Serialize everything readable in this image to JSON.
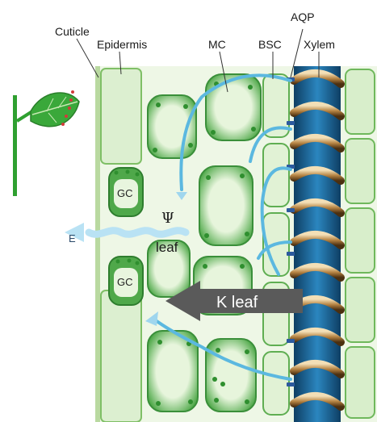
{
  "labels": {
    "cuticle": "Cuticle",
    "epidermis": "Epidermis",
    "mc": "MC",
    "bsc": "BSC",
    "aqp": "AQP",
    "xylem": "Xylem",
    "gc_upper": "GC",
    "gc_lower": "GC",
    "e": "E",
    "psi": "Ψ",
    "leaf": "leaf",
    "k_leaf": "K leaf"
  },
  "colors": {
    "cell_wall": "#c9e6b4",
    "epidermis_fill": "#e3f1d8",
    "mesophyll_fill": "#4fa84a",
    "mesophyll_inner": "#d9efcf",
    "chloroplast": "#2f8f2f",
    "water_path": "#5bb8e0",
    "xylem_blue": "#1f6ea0",
    "xylem_ring": "#c49a5a",
    "k_arrow": "#5a5a5a",
    "leaf_green": "#3aa83a",
    "stem_green": "#2fa030"
  },
  "icons": {
    "leaf_thumbnail": "leaf-icon",
    "evaporation": "wavy-arrow-icon",
    "conductance": "arrow-left-icon"
  }
}
